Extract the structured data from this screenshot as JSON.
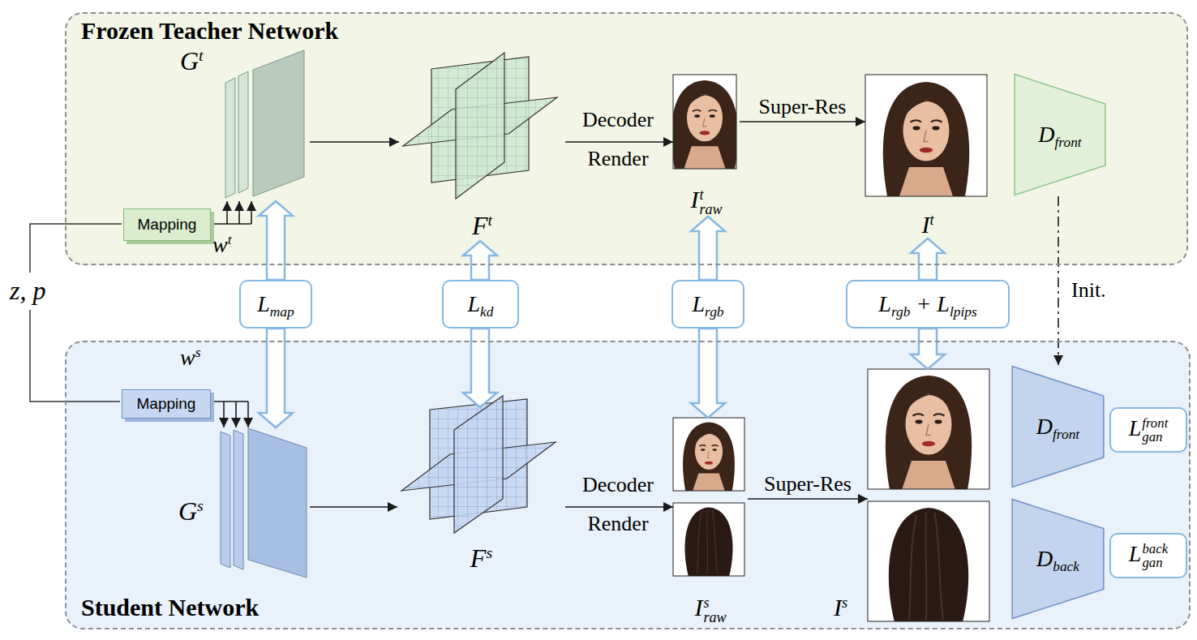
{
  "diagram": {
    "nodes": [
      {
        "text": [
          "Frozen Teacher Network"
        ]
      },
      {
        "text": [
          "Mapping"
        ],
        "in": 0
      },
      {
        "text": [
          "Gt"
        ],
        "in": 0
      },
      {
        "text": [
          "Ft"
        ],
        "in": 0
      },
      {
        "text": [
          "Irawt"
        ],
        "in": 0
      },
      {
        "text": [
          "It"
        ],
        "in": 0
      },
      {
        "text": [
          "Dfront"
        ],
        "in": 0
      },
      {
        "text": [
          "Lmap"
        ]
      },
      {
        "text": [
          "Lkd"
        ]
      },
      {
        "text": [
          "Lrgb"
        ]
      },
      {
        "text": [
          "Lrgb + Llpips"
        ]
      },
      {
        "text": [
          "Student Network"
        ]
      },
      {
        "text": [
          "Mapping"
        ],
        "in": 11
      },
      {
        "text": [
          "Gs"
        ],
        "in": 11
      },
      {
        "text": [
          "Fs"
        ],
        "in": 11
      },
      {
        "text": [
          "Iraws"
        ],
        "in": 11
      },
      {
        "text": [
          "Is"
        ],
        "in": 11
      },
      {
        "text": [
          "Dfront"
        ],
        "in": 11
      },
      {
        "text": [
          "Lganfront"
        ],
        "in": 11
      },
      {
        "text": [
          "Dback"
        ],
        "in": 11
      },
      {
        "text": [
          "Lganback"
        ],
        "in": 11
      }
    ],
    "edges": [
      {
        "from": 1,
        "to": 2,
        "arrow": "to"
      },
      {
        "from": 2,
        "to": 3,
        "arrow": "to"
      },
      {
        "from": 3,
        "to": 4,
        "arrow": "to"
      },
      {
        "from": 4,
        "to": 5,
        "label": "Super-Res",
        "arrow": "to"
      },
      {
        "from": 6,
        "to": 17,
        "label": "Init.",
        "arrow": "to"
      },
      {
        "from": 7,
        "to": 2,
        "arrow": "to"
      },
      {
        "from": 7,
        "to": 13,
        "arrow": "to"
      },
      {
        "from": 8,
        "to": 3,
        "arrow": "to"
      },
      {
        "from": 8,
        "to": 14,
        "arrow": "to"
      },
      {
        "from": 9,
        "to": 4,
        "arrow": "to"
      },
      {
        "from": 9,
        "to": 15,
        "arrow": "to"
      },
      {
        "from": 10,
        "to": 5,
        "arrow": "to"
      },
      {
        "from": 10,
        "to": 16,
        "arrow": "to"
      },
      {
        "from": 12,
        "to": 13,
        "arrow": "to"
      },
      {
        "from": 13,
        "to": 14,
        "arrow": "to"
      },
      {
        "from": 14,
        "to": 15,
        "arrow": "to"
      },
      {
        "from": 15,
        "to": 16,
        "label": "Super-Res",
        "arrow": "to"
      }
    ],
    "labels": [
      "z, p",
      "wt",
      "Decoder",
      "Render",
      "ws",
      "Decoder",
      "Render"
    ]
  }
}
